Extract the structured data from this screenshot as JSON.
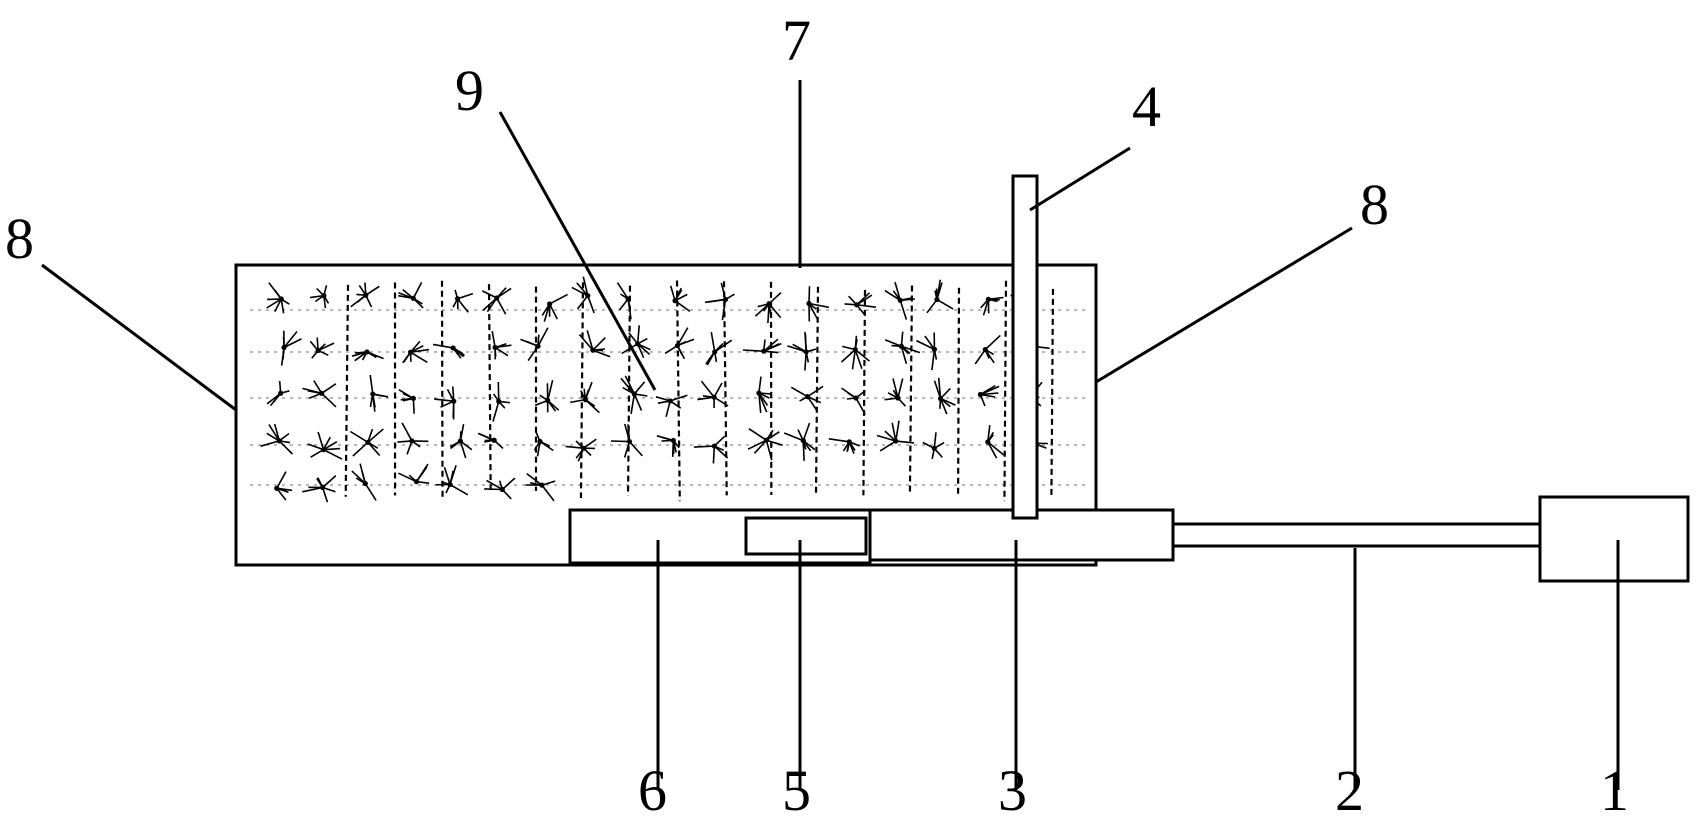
{
  "labels": {
    "l1": "1",
    "l2": "2",
    "l3": "3",
    "l4": "4",
    "l5": "5",
    "l6": "6",
    "l7": "7",
    "l8_left": "8",
    "l8_right": "8",
    "l9": "9"
  },
  "colors": {
    "ink": "#000000",
    "paper": "#ffffff"
  }
}
